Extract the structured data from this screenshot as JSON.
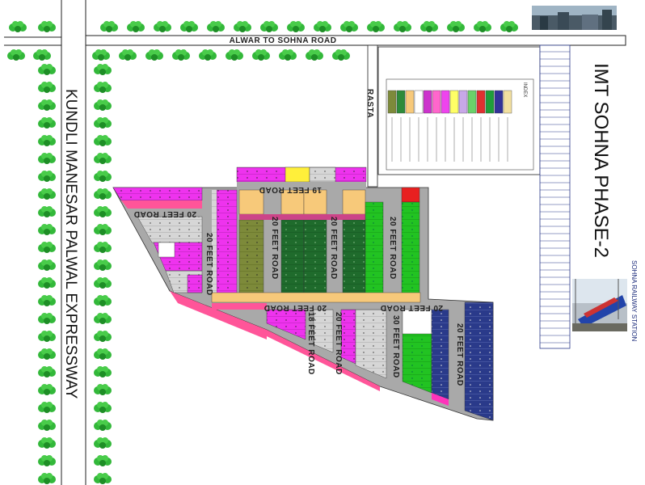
{
  "labels": {
    "top_road": "ALWAR TO SOHNA ROAD",
    "expressway": "KUNDLI MANESAR PALWAL EXPRESSWAY",
    "rasta": "RASTA",
    "project": "IMT SOHNA PHASE-2",
    "station": "SOHNA RAILWAY STATION",
    "index": "INDEX"
  },
  "roads": {
    "r19_top": "19 FEET ROAD",
    "r20_left_top": "20 FEET ROAD",
    "r20_left_vert": "20 FEET ROAD",
    "r20_a": "20 FEET ROAD",
    "r20_b": "20 FEET ROAD",
    "r20_c": "20 FEET ROAD",
    "r20_bottom_a": "20 FEET ROAD",
    "r20_bottom_b": "20 FEET ROAD",
    "r18": "18 FEET ROAD",
    "r20_e": "20 FEET ROAD",
    "r30": "30 FEET ROAD",
    "r20_f": "20 FEET ROAD"
  },
  "legend_colors": [
    "#7d8a3a",
    "#2e8b3a",
    "#f7c97a",
    "#ffffff",
    "#cc33cc",
    "#ff66cc",
    "#ee44ee",
    "#ffff66",
    "#c8a8e8",
    "#6ad16a",
    "#e03030",
    "#1f9e3a",
    "#333399",
    "#f2e0a0"
  ],
  "colors": {
    "magenta": "#ee33ee",
    "pink": "#ff5599",
    "orange": "#f7c97a",
    "olive": "#7d8a3a",
    "darkgreen": "#1f6b2c",
    "green": "#22c322",
    "lightgreen": "#7be07b",
    "navy": "#2a3a8a",
    "grey": "#c8c8c8",
    "yellow": "#ffef3a",
    "red": "#e82020",
    "tree": "#2aa832"
  }
}
